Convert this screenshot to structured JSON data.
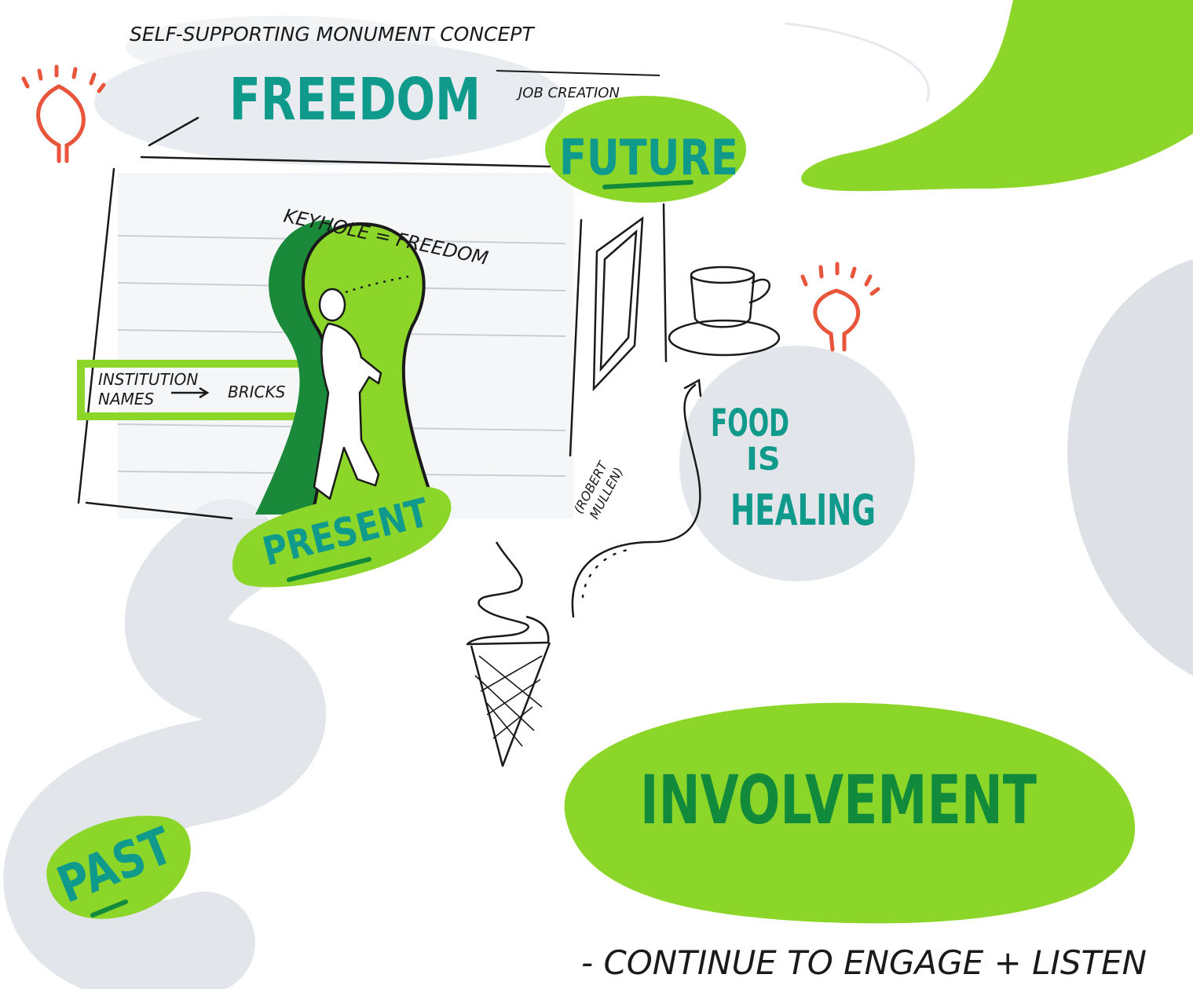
{
  "title": "SELF-SUPPORTING MONUMENT CONCEPT",
  "freedom_heading": "FREEDOM",
  "job_creation": "JOB CREATION",
  "future": "FUTURE",
  "keyhole_line1": "KEYHOLE = FREEDOM",
  "institution_line1": "INSTITUTION",
  "institution_line2": "NAMES",
  "bricks": "BRICKS",
  "present": "PRESENT",
  "robert_line1": "(ROBERT",
  "robert_line2": "MULLEN)",
  "food_line1": "FOOD",
  "food_line2": "IS",
  "food_line3": "HEALING",
  "past": "PAST",
  "involvement": "INVOLVEMENT",
  "footer_note": "- CONTINUE TO ENGAGE + LISTEN",
  "colors": {
    "lime": "#8cd62a",
    "lime_light": "#b3e45a",
    "teal": "#0f9a8c",
    "green_text": "#118a3c",
    "dark_green": "#1a8a3a",
    "grey_wash": "#dfe3e8",
    "orange": "#e8553a",
    "ink": "#1a1a1a"
  }
}
